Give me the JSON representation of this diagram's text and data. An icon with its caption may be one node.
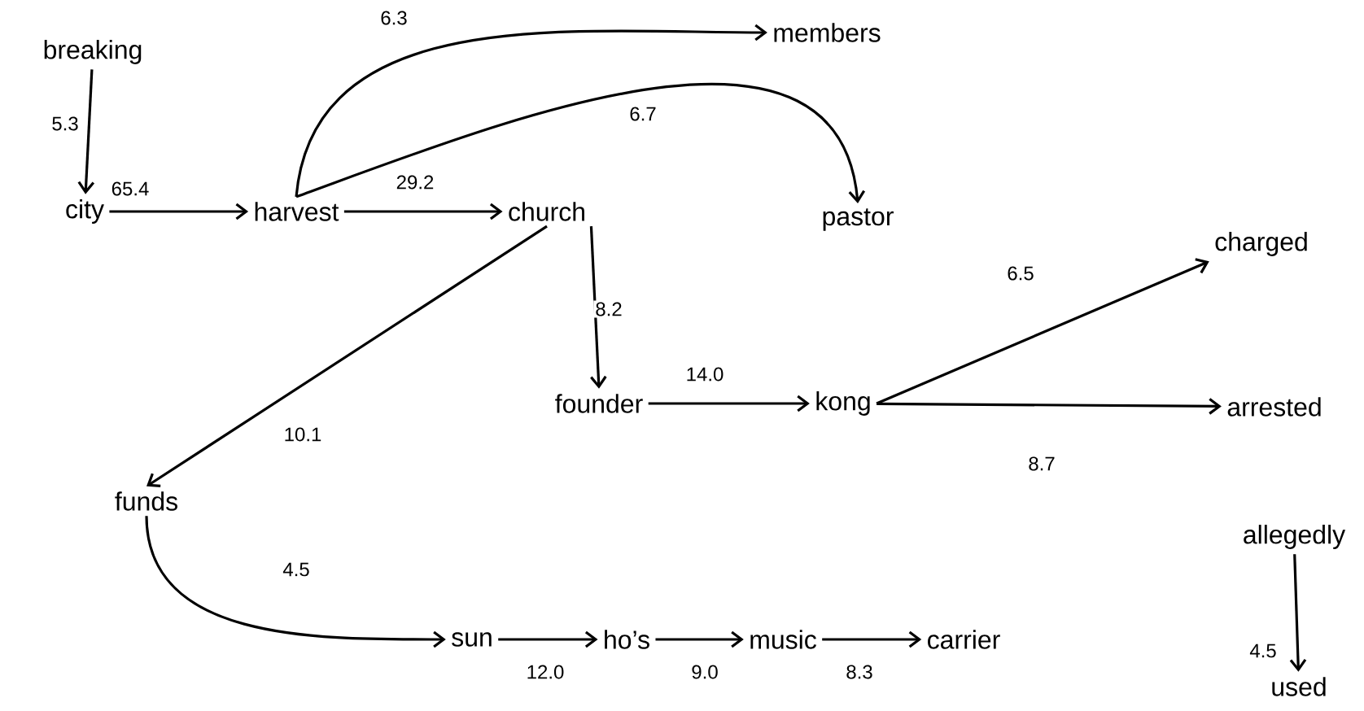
{
  "diagram": {
    "nodes": [
      {
        "text": [
          "breaking"
        ]
      },
      {
        "text": [
          "city"
        ]
      },
      {
        "text": [
          "harvest"
        ]
      },
      {
        "text": [
          "church"
        ]
      },
      {
        "text": [
          "members"
        ]
      },
      {
        "text": [
          "pastor"
        ]
      },
      {
        "text": [
          "charged"
        ]
      },
      {
        "text": [
          "founder"
        ]
      },
      {
        "text": [
          "kong"
        ]
      },
      {
        "text": [
          "arrested"
        ]
      },
      {
        "text": [
          "funds"
        ]
      },
      {
        "text": [
          "sun"
        ]
      },
      {
        "text": [
          "ho’s"
        ]
      },
      {
        "text": [
          "music"
        ]
      },
      {
        "text": [
          "carrier"
        ]
      },
      {
        "text": [
          "allegedly"
        ]
      },
      {
        "text": [
          "used"
        ]
      }
    ],
    "edges": [
      {
        "from": 0,
        "to": 1,
        "arrow": "to",
        "label": "5.3"
      },
      {
        "from": 1,
        "to": 2,
        "arrow": "to",
        "label": "65.4"
      },
      {
        "from": 2,
        "to": 3,
        "arrow": "to",
        "label": "29.2"
      },
      {
        "from": 2,
        "to": 4,
        "arrow": "to",
        "label": "6.3"
      },
      {
        "from": 2,
        "to": 5,
        "arrow": "to",
        "label": "6.7"
      },
      {
        "from": 3,
        "to": 7,
        "arrow": "to",
        "label": "8.2"
      },
      {
        "from": 3,
        "to": 10,
        "arrow": "to",
        "label": "10.1"
      },
      {
        "from": 7,
        "to": 8,
        "arrow": "to",
        "label": "14.0"
      },
      {
        "from": 8,
        "to": 6,
        "arrow": "to",
        "label": "6.5"
      },
      {
        "from": 8,
        "to": 9,
        "arrow": "to",
        "label": "8.7"
      },
      {
        "from": 10,
        "to": 11,
        "arrow": "to",
        "label": "4.5"
      },
      {
        "from": 11,
        "to": 12,
        "arrow": "to",
        "label": "12.0"
      },
      {
        "from": 12,
        "to": 13,
        "arrow": "to",
        "label": "9.0"
      },
      {
        "from": 13,
        "to": 14,
        "arrow": "to",
        "label": "8.3"
      },
      {
        "from": 15,
        "to": 16,
        "arrow": "to",
        "label": "4.5"
      }
    ]
  }
}
